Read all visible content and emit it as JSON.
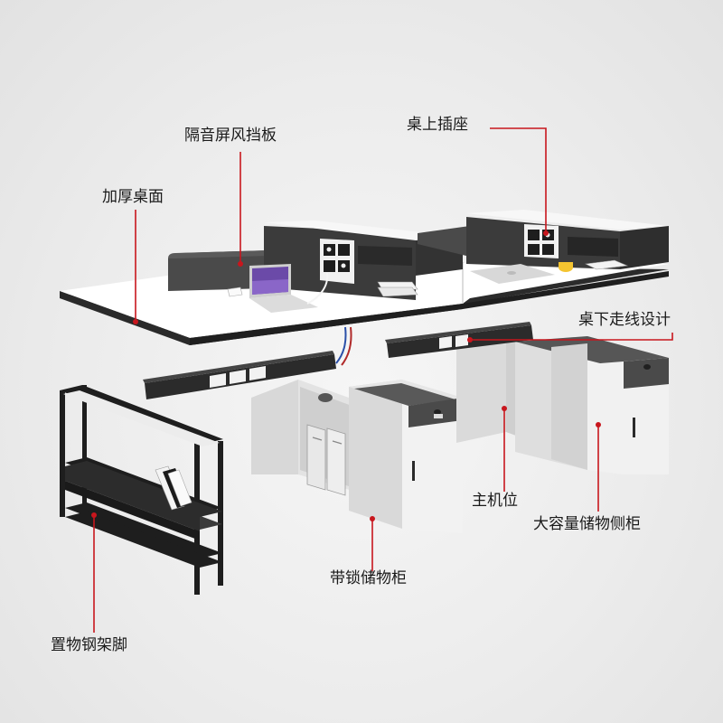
{
  "callout_color": "#c8161d",
  "callouts": {
    "screen_partition": "隔音屏风挡板",
    "desk_socket": "桌上插座",
    "thick_desktop": "加厚桌面",
    "under_desk_wiring": "桌下走线设计",
    "host_position": "主机位",
    "large_side_cabinet": "大容量储物侧柜",
    "locking_cabinet": "带锁储物柜",
    "steel_shelf_leg": "置物钢架脚"
  },
  "icons": [
    "laptop-icon",
    "book-stack-icon",
    "coffee-cup-icon",
    "lock-icon",
    "power-socket-icon"
  ]
}
